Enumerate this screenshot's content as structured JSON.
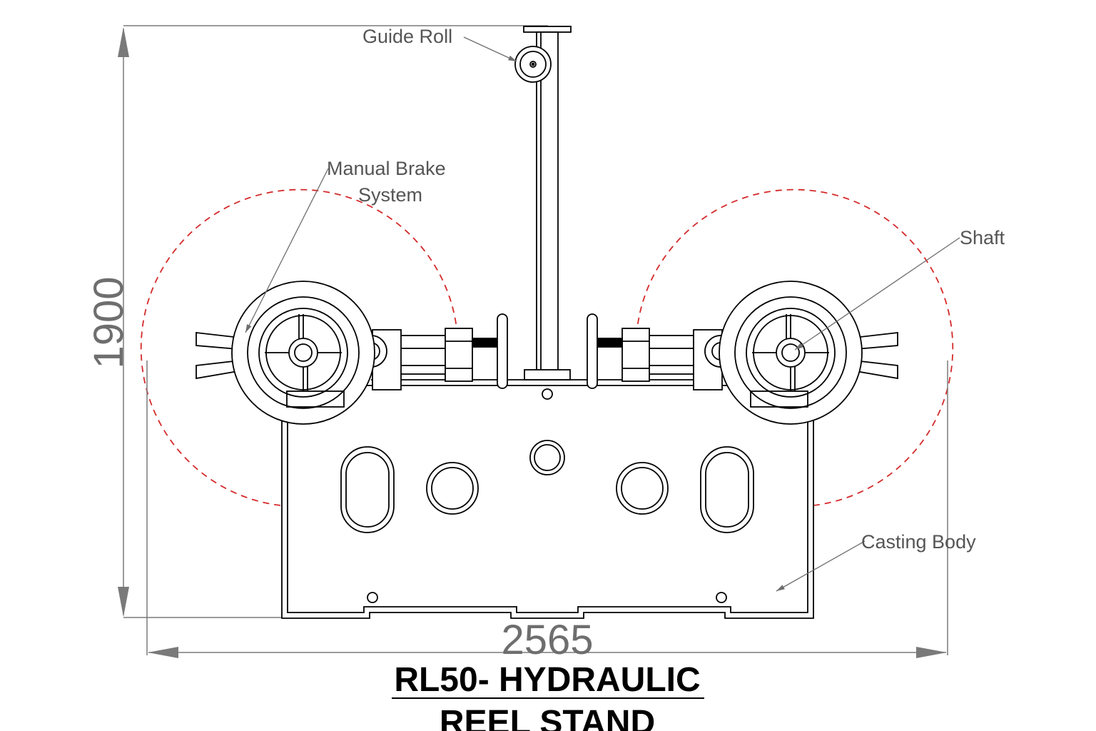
{
  "labels": {
    "guide_roll": "Guide Roll",
    "manual_brake_line1": "Manual Brake",
    "manual_brake_line2": "System",
    "shaft": "Shaft",
    "casting_body": "Casting Body"
  },
  "dimensions": {
    "height": "1900",
    "width": "2565"
  },
  "title": {
    "line1": "RL50- HYDRAULIC",
    "line2": "REEL STAND"
  },
  "colors": {
    "outline": "#000000",
    "dimension": "#7a7a7a",
    "reel_path": "#d42a2a"
  }
}
